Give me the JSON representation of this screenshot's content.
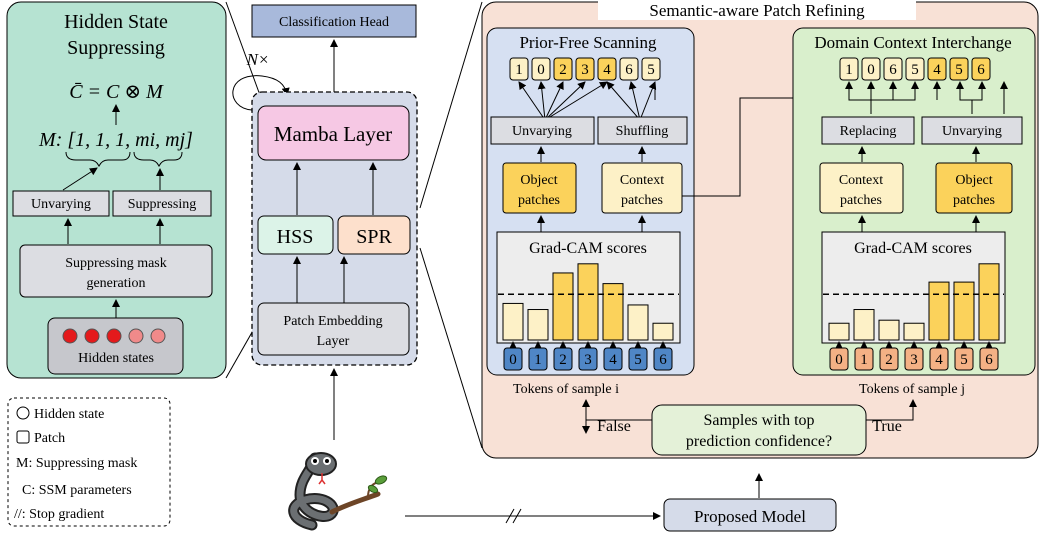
{
  "colors": {
    "hss_panel": "#b6e3d2",
    "spr_panel": "#f8e1d6",
    "center_panel": "#d5dbe9",
    "prior_free_panel": "#d6e0f2",
    "domain_context_panel": "#d9efcc",
    "mamba_layer": "#f6c8e4",
    "hss_box": "#dcf3e8",
    "spr_box": "#fde0cc",
    "gray_box": "#dcdde2",
    "object_patch": "#fbd25b",
    "context_patch": "#fdf1c7",
    "token_blue": "#4f86c6",
    "token_orange": "#f4b185",
    "classification_head": "#a8b9db",
    "red_dot": "#e41a1c",
    "pink_dot": "#f08a8a"
  },
  "hss": {
    "title_line1": "Hidden State",
    "title_line2": "Suppressing",
    "equation": "C̄  =  C ⊗ M",
    "mask": "M: [1, 1, 1, mi, mj]",
    "unvarying": "Unvarying",
    "suppressing": "Suppressing",
    "mask_gen_line1": "Suppressing mask",
    "mask_gen_line2": "generation",
    "hidden_states": "Hidden states"
  },
  "center": {
    "repeat": "N×",
    "classification_head": "Classification Head",
    "mamba_layer": "Mamba Layer",
    "hss": "HSS",
    "spr": "SPR",
    "patch_embedding_line1": "Patch Embedding",
    "patch_embedding_line2": "Layer"
  },
  "legend": {
    "hidden_state": "Hidden state",
    "patch": "Patch",
    "mask": "M: Suppressing mask",
    "ssm": "C: SSM parameters",
    "stop_gradient": "//: Stop gradient"
  },
  "spr": {
    "title": "Semantic-aware Patch Refining",
    "prior_free": {
      "title": "Prior-Free Scanning",
      "output_tokens": [
        "1",
        "0",
        "2",
        "3",
        "4",
        "6",
        "5"
      ],
      "unvarying": "Unvarying",
      "shuffling": "Shuffling",
      "object_line1": "Object",
      "object_line2": "patches",
      "context_line1": "Context",
      "context_line2": "patches",
      "gradcam": "Grad-CAM scores",
      "input_tokens": [
        "0",
        "1",
        "2",
        "3",
        "4",
        "5",
        "6"
      ],
      "tokens_label": "Tokens of sample i"
    },
    "domain_context": {
      "title": "Domain Context Interchange",
      "output_tokens": [
        "1",
        "0",
        "6",
        "5",
        "4",
        "5",
        "6"
      ],
      "replacing": "Replacing",
      "unvarying": "Unvarying",
      "context_line1": "Context",
      "context_line2": "patches",
      "object_line1": "Object",
      "object_line2": "patches",
      "gradcam": "Grad-CAM scores",
      "input_tokens": [
        "0",
        "1",
        "2",
        "3",
        "4",
        "5",
        "6"
      ],
      "tokens_label": "Tokens of sample j"
    },
    "decision_line1": "Samples with top",
    "decision_line2": "prediction confidence?",
    "false_label": "False",
    "true_label": "True"
  },
  "proposed_model": "Proposed Model",
  "chart_data": [
    {
      "type": "bar",
      "title": "Grad-CAM scores",
      "categories": [
        "0",
        "1",
        "2",
        "3",
        "4",
        "5",
        "6"
      ],
      "values": [
        0.48,
        0.4,
        0.88,
        1.0,
        0.74,
        0.46,
        0.22
      ],
      "object_flags": [
        false,
        false,
        true,
        true,
        true,
        false,
        false
      ],
      "threshold": 0.6,
      "ylim": [
        0,
        1.05
      ]
    },
    {
      "type": "bar",
      "title": "Grad-CAM scores",
      "categories": [
        "0",
        "1",
        "2",
        "3",
        "4",
        "5",
        "6"
      ],
      "values": [
        0.22,
        0.4,
        0.26,
        0.22,
        0.76,
        0.76,
        1.0
      ],
      "object_flags": [
        false,
        false,
        false,
        false,
        true,
        true,
        true
      ],
      "threshold": 0.6,
      "ylim": [
        0,
        1.05
      ]
    }
  ]
}
